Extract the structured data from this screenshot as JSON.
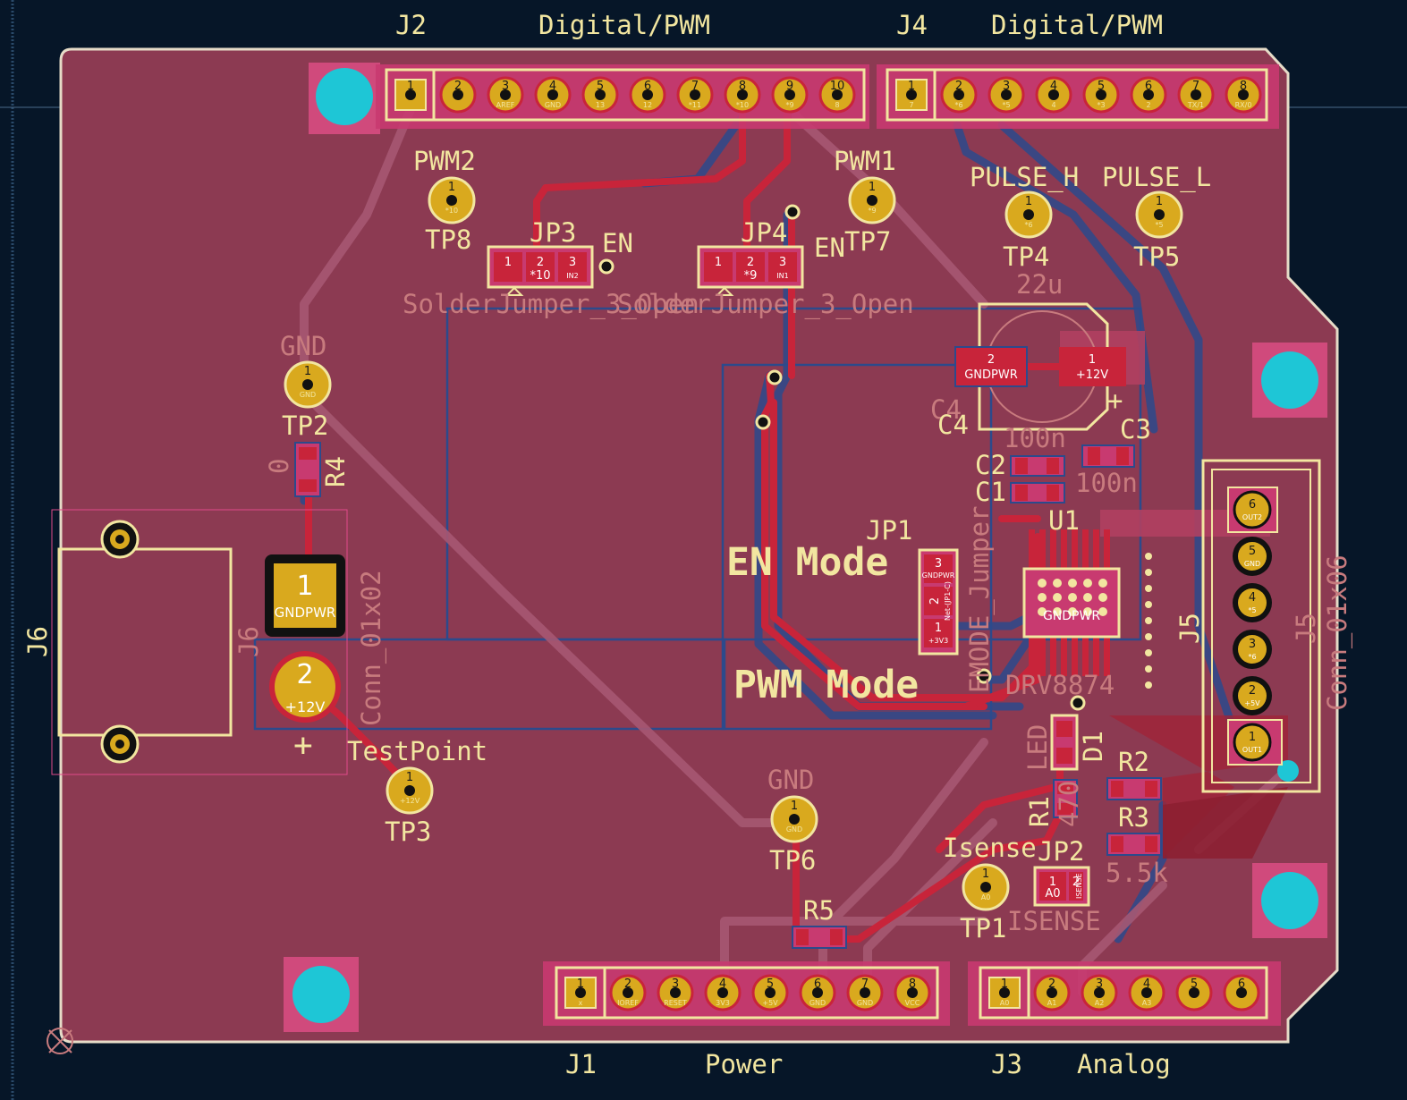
{
  "colors": {
    "background": "#061628",
    "board": "#8c3a52",
    "silk": "#f2e6a0",
    "copper_front": "#c8243a",
    "copper_back": "#2c4a8c",
    "pad": "#d9a91e",
    "mount_hole": "#1ec6d6",
    "pad_ring": "#e04a8a"
  },
  "headers": {
    "j2": {
      "ref": "J2",
      "label": "Digital/PWM",
      "pins": [
        "1",
        "2",
        "3",
        "4",
        "5",
        "6",
        "7",
        "8",
        "9",
        "10"
      ],
      "nets": [
        "",
        "",
        "AREF",
        "GND",
        "13",
        "12",
        "*11",
        "*10",
        "*9",
        "8"
      ]
    },
    "j4": {
      "ref": "J4",
      "label": "Digital/PWM",
      "pins": [
        "1",
        "2",
        "3",
        "4",
        "5",
        "6",
        "7",
        "8"
      ],
      "nets": [
        "7",
        "*6",
        "*5",
        "4",
        "*3",
        "2",
        "TX/1",
        "RX/0"
      ]
    },
    "j1": {
      "ref": "J1",
      "label": "Power",
      "pins": [
        "1",
        "2",
        "3",
        "4",
        "5",
        "6",
        "7",
        "8"
      ],
      "nets": [
        "x",
        "IOREF",
        "RESET",
        "3V3",
        "+5V",
        "GND",
        "GND",
        "VCC"
      ]
    },
    "j3": {
      "ref": "J3",
      "label": "Analog",
      "pins": [
        "1",
        "2",
        "3",
        "4",
        "5",
        "6"
      ],
      "nets": [
        "A0",
        "A1",
        "A2",
        "A3",
        "",
        ""
      ]
    }
  },
  "test_points": {
    "tp8": {
      "ref": "TP8",
      "value": "PWM2",
      "pin": "1",
      "net": "*10"
    },
    "tp7": {
      "ref": "TP7",
      "value": "PWM1",
      "pin": "1",
      "net": "*9"
    },
    "tp4": {
      "ref": "TP4",
      "value": "PULSE_H",
      "pin": "1",
      "net": "*6"
    },
    "tp5": {
      "ref": "TP5",
      "value": "PULSE_L",
      "pin": "1",
      "net": "*5"
    },
    "tp2": {
      "ref": "TP2",
      "value": "GND",
      "pin": "1",
      "net": "GND"
    },
    "tp3": {
      "ref": "TP3",
      "value": "TestPoint",
      "pin": "1",
      "net": "+12V"
    },
    "tp6": {
      "ref": "TP6",
      "value": "GND",
      "pin": "1",
      "net": "GND"
    },
    "tp1": {
      "ref": "TP1",
      "value": "Isense",
      "pin": "1",
      "net": "A0"
    }
  },
  "jumpers": {
    "jp3": {
      "ref": "JP3",
      "side": "EN",
      "pins": [
        "1",
        "2",
        "3"
      ],
      "nets": [
        "",
        "*10",
        "IN2"
      ],
      "value": "SolderJumper_3_Open"
    },
    "jp4": {
      "ref": "JP4",
      "side": "EN",
      "pins": [
        "1",
        "2",
        "3"
      ],
      "nets": [
        "",
        "*9",
        "IN1"
      ],
      "value": "SolderJumper_3_Open"
    },
    "jp1": {
      "ref": "JP1",
      "pins": [
        "3",
        "2",
        "1"
      ],
      "nets": [
        "GNDPWR",
        "Net-(JP1-C)",
        "+3V3"
      ],
      "value": "EMODE_Jumper"
    },
    "jp2": {
      "ref": "JP2",
      "pins": [
        "1",
        "2"
      ],
      "nets": [
        "A0",
        "ISENSE"
      ],
      "value": "ISENSE"
    }
  },
  "capacitors": {
    "c4": {
      "ref": "C4",
      "value": "22u",
      "pin1": "1",
      "pin1_net": "+12V",
      "pin2": "2",
      "pin2_net": "GNDPWR",
      "plus": "+",
      "ghost_ref": "C4"
    },
    "c3": {
      "ref": "C3",
      "value": "100n"
    },
    "c2": {
      "ref": "C2",
      "value": "100n"
    },
    "c1": {
      "ref": "C1"
    }
  },
  "resistors": {
    "r4": {
      "ref": "R4",
      "value": "0"
    },
    "r1": {
      "ref": "R1",
      "value": "470"
    },
    "r2": {
      "ref": "R2"
    },
    "r3": {
      "ref": "R3",
      "value": "5.5k"
    },
    "r5": {
      "ref": "R5"
    }
  },
  "diodes": {
    "d1": {
      "ref": "D1",
      "value": "LED"
    }
  },
  "ic": {
    "ref": "U1",
    "value": "DRV8874",
    "pad_net": "GNDPWR"
  },
  "power_jack": {
    "ref": "J6",
    "value": "Conn_01x02",
    "pins": [
      "1",
      "2"
    ],
    "nets": [
      "GNDPWR",
      "+12V"
    ],
    "plus": "+"
  },
  "motor_conn": {
    "ref": "J5",
    "value": "Conn_01x06",
    "pins": [
      "6",
      "5",
      "4",
      "3",
      "2",
      "1"
    ],
    "nets": [
      "OUT2",
      "GND",
      "*5",
      "*6",
      "+5V",
      "OUT1"
    ]
  },
  "mode_labels": {
    "en": "EN Mode",
    "pwm": "PWM Mode"
  }
}
